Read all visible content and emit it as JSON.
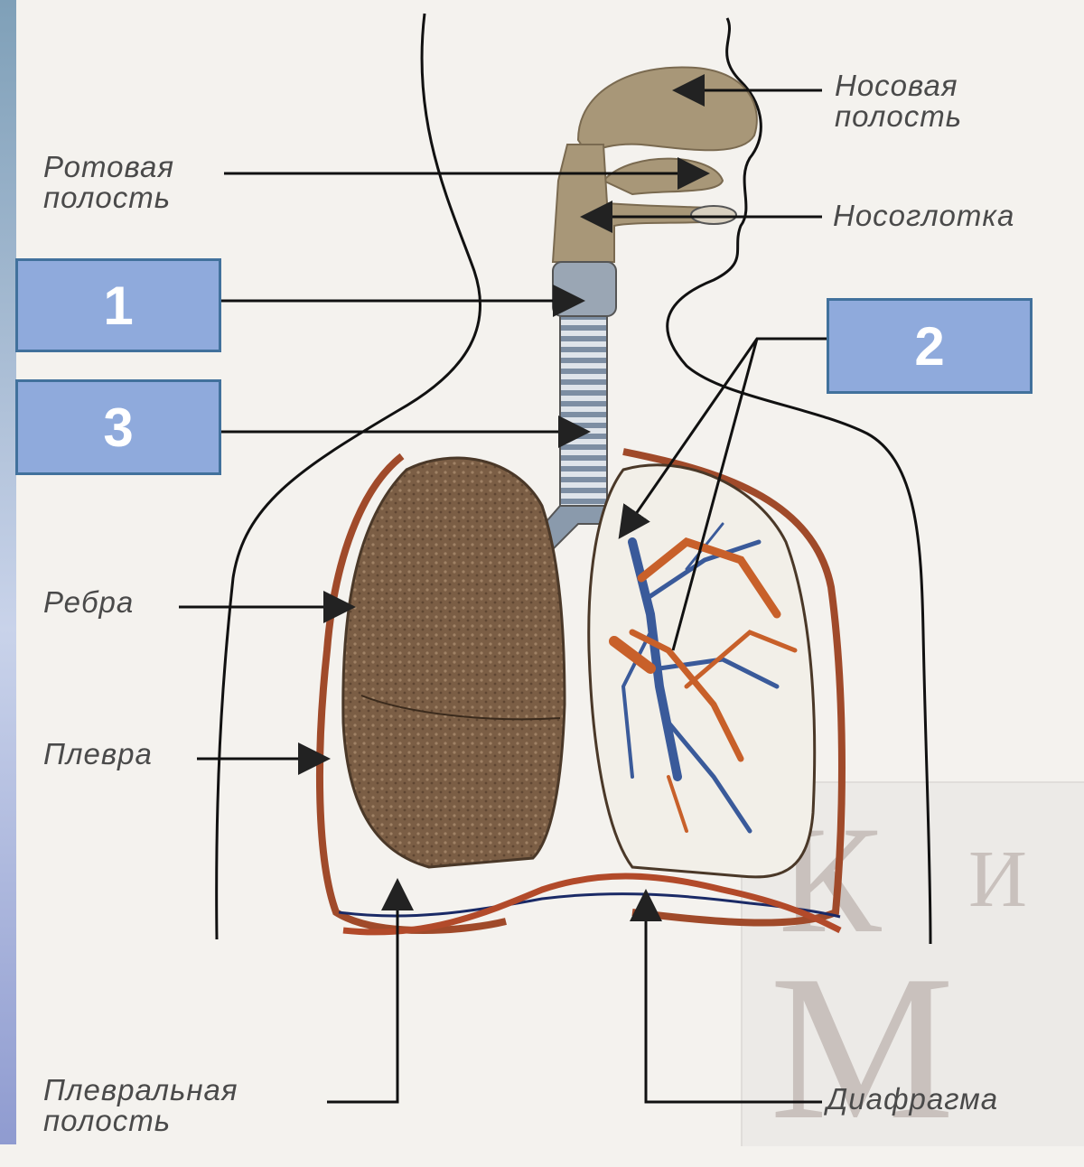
{
  "labels": {
    "nasal_cavity": [
      "Носовая",
      "полость"
    ],
    "oral_cavity": [
      "Ротовая",
      "полость"
    ],
    "nasopharynx": "Носоглотка",
    "ribs": "Ребра",
    "pleura": "Плевра",
    "pleural_cavity": [
      "Плевральная",
      "полость"
    ],
    "diaphragm": "Диафрагма"
  },
  "number_boxes": {
    "box1": "1",
    "box2": "2",
    "box3": "3"
  },
  "watermark": {
    "letters": [
      "К",
      "И",
      "М"
    ]
  },
  "colors": {
    "box_fill": "#8faadc",
    "box_border": "#41719c",
    "lung_brown": "#7b5e45",
    "head_cavity": "#a89778",
    "trachea": "#8a9aac",
    "bronchi_orange": "#c8602a",
    "bronchi_blue": "#3a5a9a"
  }
}
